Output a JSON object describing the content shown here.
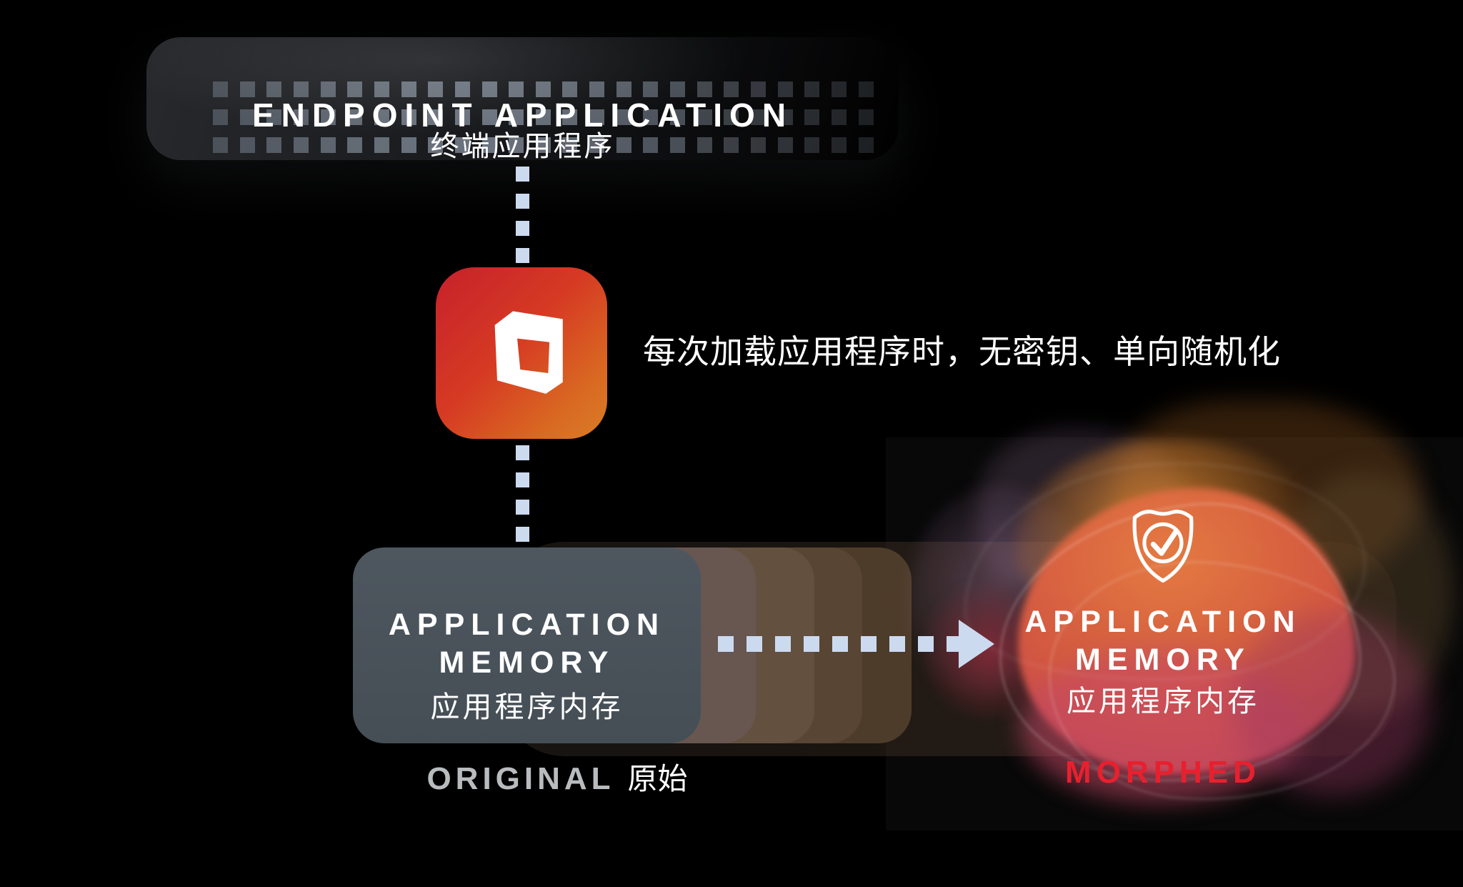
{
  "banner": {
    "title": "ENDPOINT APPLICATION",
    "subtitle": "终端应用程序"
  },
  "annotation": {
    "text": "每次加载应用程序时，无密钥、单向随机化"
  },
  "original": {
    "title_line1": "APPLICATION",
    "title_line2": "MEMORY",
    "subtitle": "应用程序内存",
    "caption": "ORIGINAL",
    "caption_zh": "原始"
  },
  "morphed": {
    "title_line1": "APPLICATION",
    "title_line2": "MEMORY",
    "subtitle": "应用程序内存",
    "caption": "MORPHED"
  },
  "icons": {
    "cube": "morphisec-cube-icon",
    "shield": "shield-check-icon"
  },
  "colors": {
    "accent_red": "#e8202e",
    "dot_blue": "#ccdaf0",
    "box_gray": "#49525a",
    "icon_gradient_start": "#c6212b",
    "icon_gradient_end": "#d97d27",
    "original_label_gray": "#b9bcbe"
  }
}
